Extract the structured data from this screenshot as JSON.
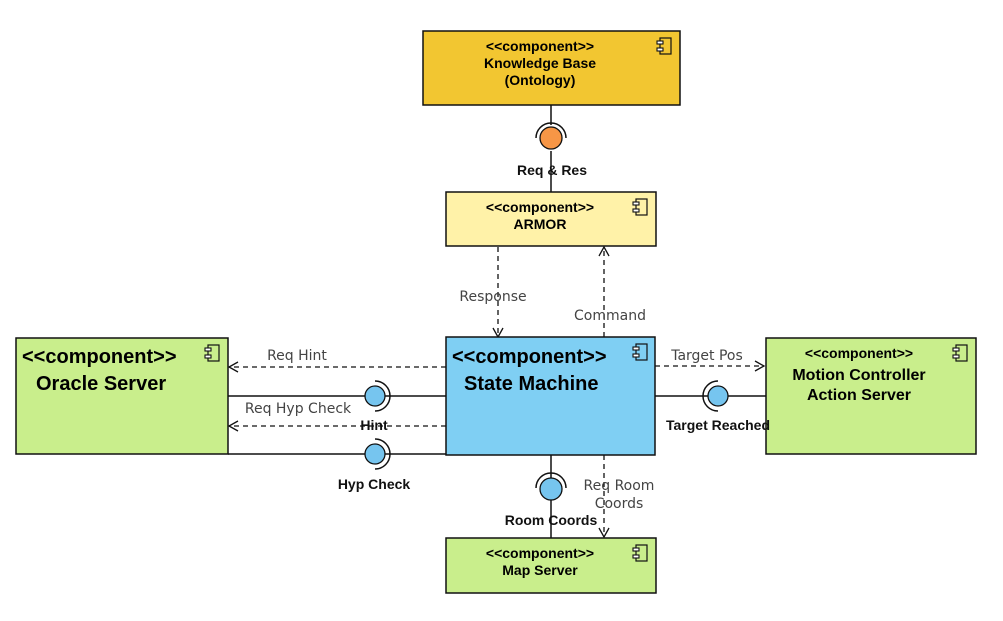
{
  "colors": {
    "knowledge": "#f2c631",
    "armor": "#fff2a8",
    "green": "#c9ee8c",
    "state": "#7fcff3",
    "iface_orange": "#f79646",
    "iface_blue": "#76c5ef",
    "stroke": "#111111"
  },
  "components": {
    "knowledge_base": {
      "stereotype": "<<component>>",
      "line1": "Knowledge Base",
      "line2": "(Ontology)"
    },
    "armor": {
      "stereotype": "<<component>>",
      "name": "ARMOR"
    },
    "oracle": {
      "stereotype": "<<component>>",
      "name": "Oracle Server"
    },
    "state_machine": {
      "stereotype": "<<component>>",
      "name": "State Machine"
    },
    "motion": {
      "stereotype": "<<component>>",
      "line1": "Motion Controller",
      "line2": "Action Server"
    },
    "map": {
      "stereotype": "<<component>>",
      "name": "Map Server"
    }
  },
  "interfaces": {
    "req_res": "Req & Res",
    "hint": "Hint",
    "hyp_check": "Hyp Check",
    "target_reached": "Target Reached",
    "room_coords": "Room Coords"
  },
  "connectors": {
    "response": "Response",
    "command": "Command",
    "req_hint": "Req Hint",
    "req_hyp_check": "Req Hyp Check",
    "target_pos": "Target Pos",
    "req_room_line1": "Req Room",
    "req_room_line2": "Coords"
  }
}
